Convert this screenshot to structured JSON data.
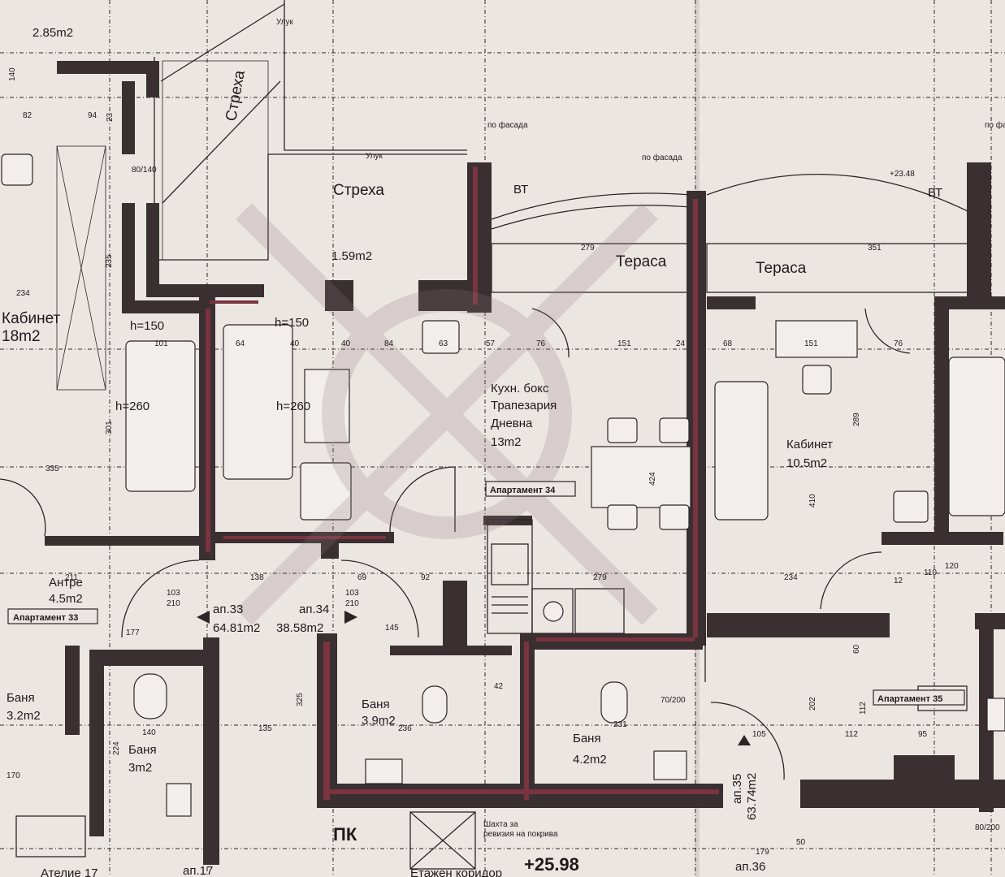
{
  "rooms": {
    "area_top_left": "2.85m2",
    "strekha_vertical": "Стреха",
    "strekha": "Стреха",
    "area_strekha": "1.59m2",
    "kabinet_left": "Кабинет",
    "kabinet_left_area": "18m2",
    "kuhnya_l1": "Кухн. бокс",
    "kuhnya_l2": "Трапезария",
    "kuhnya_l3": "Дневна",
    "kuhnya_area": "13m2",
    "terasa_1": "Тераса",
    "terasa_2": "Тераса",
    "kabinet_right": "Кабинет",
    "kabinet_right_area": "10.5m2",
    "antre": "Антре",
    "antre_area": "4.5m2",
    "banya_a": "Баня",
    "banya_a_area": "3.2m2",
    "banya_b": "Баня",
    "banya_b_area": "3m2",
    "banya_c": "Баня",
    "banya_c_area": "3.9m2",
    "banya_d": "Баня",
    "banya_d_area": "4.2m2",
    "ap33_label": "ап.33",
    "ap33_area": "64.81m2",
    "ap34_label": "ап.34",
    "ap34_area": "38.58m2",
    "ap35_label": "ап.35",
    "ap35_area": "63.74m2",
    "ap36_label": "ап.36",
    "ap17_label": "ап.17",
    "atelie": "Ателие 17",
    "pk": "ПК",
    "level": "+25.98",
    "level_top": "+23.48",
    "shaft_note_l1": "Шахта за",
    "shaft_note_l2": "ревизия на покрива",
    "bottom_partial": "Етажен коридор"
  },
  "tags": {
    "ap33": "Апартамент 33",
    "ap34": "Апартамент 34",
    "ap35": "Апартамент 35"
  },
  "marks": {
    "bt_left": "ВТ",
    "bt_right": "ВТ",
    "ulu_1": "Улук",
    "ulu_2": "Улук",
    "to_facade_1": "по фасада",
    "to_facade_2": "по фасада",
    "to_facade_3": "по фасада",
    "h150_a": "h=150",
    "h150_b": "h=150",
    "h260_a": "h=260",
    "h260_b": "h=260"
  },
  "dimensions": {
    "d_140": "140",
    "d_82": "82",
    "d_94": "94",
    "d_23": "23",
    "d_80_140": "80/140",
    "d_234_left": "234",
    "d_235": "235",
    "d_101": "101",
    "d_64": "64",
    "d_40a": "40",
    "d_40b": "40",
    "d_84": "84",
    "d_63": "63",
    "d_57": "57",
    "d_76": "76",
    "d_151a": "151",
    "d_24": "24",
    "d_68": "68",
    "d_151b": "151",
    "d_76b": "76",
    "d_279_top": "279",
    "d_351": "351",
    "d_301": "301",
    "d_424": "424",
    "d_410": "410",
    "d_289": "289",
    "d_335": "335",
    "d_211": "211",
    "d_138": "138",
    "d_69": "69",
    "d_92": "92",
    "d_279_mid": "279",
    "d_234_mid": "234",
    "d_103a": "103",
    "d_210a": "210",
    "d_103b": "103",
    "d_210b": "210",
    "d_177": "177",
    "d_145": "145",
    "d_140b": "140",
    "d_135": "135",
    "d_224": "224",
    "d_170": "170",
    "d_236": "236",
    "d_42": "42",
    "d_231": "231",
    "d_105": "105",
    "d_112a": "112",
    "d_112b": "112",
    "d_95": "95",
    "d_202": "202",
    "d_179": "179",
    "d_325": "325",
    "d_120": "120",
    "d_12": "12",
    "d_110": "110",
    "d_60": "60",
    "d_70_200a": "70/200",
    "d_80_200": "80/200",
    "d_50": "50"
  },
  "colors": {
    "paper": "#ece6e3",
    "wall": "#3a2f31",
    "wall_accent": "#7a3340",
    "line": "#2b2426",
    "watermark": "#8e7a7e"
  }
}
